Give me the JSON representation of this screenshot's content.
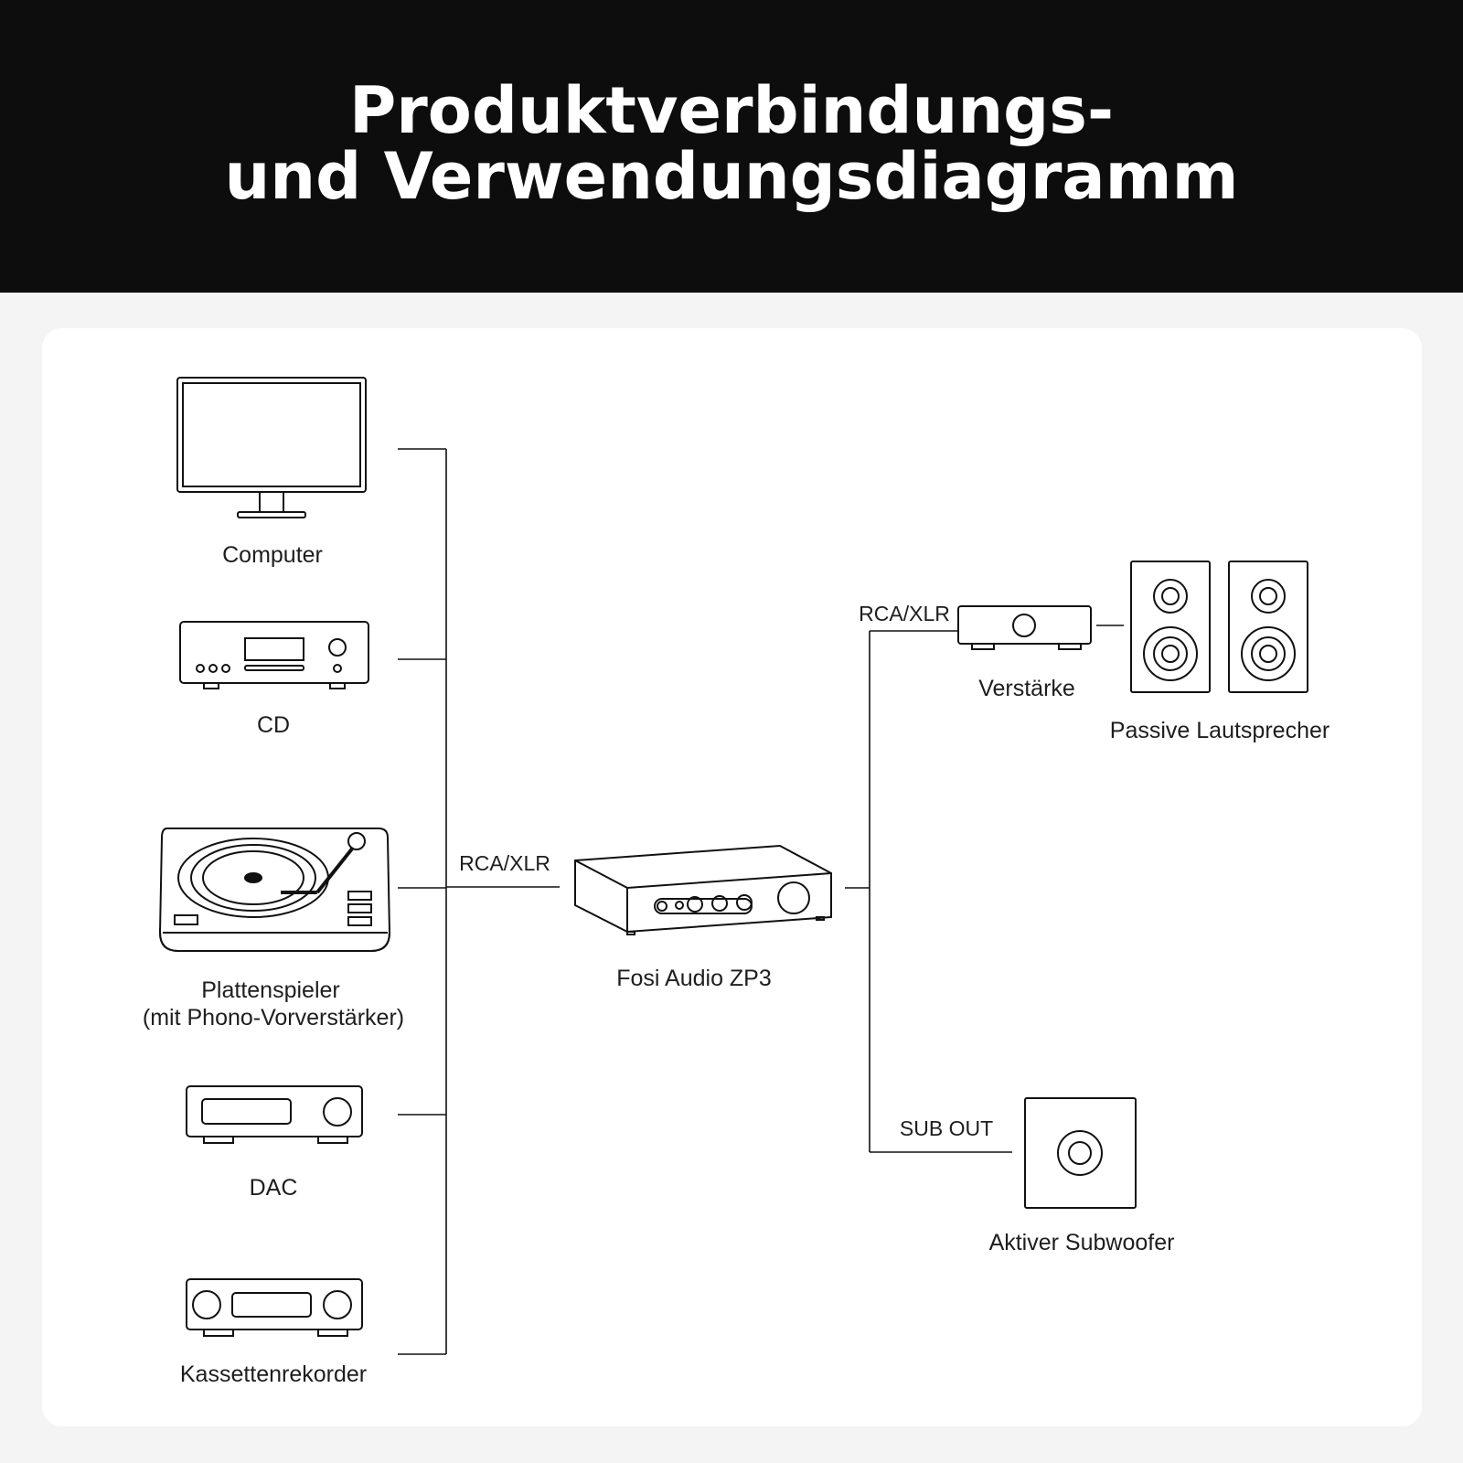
{
  "header": {
    "title_line1": "Produktverbindungs-",
    "title_line2": "und Verwendungsdiagramm"
  },
  "sources": [
    {
      "label": "Computer",
      "icon": "monitor-icon"
    },
    {
      "label": "CD",
      "icon": "cd-player-icon"
    },
    {
      "label": "Plattenspieler",
      "sublabel": "(mit Phono-Vorverstärker)",
      "icon": "turntable-icon"
    },
    {
      "label": "DAC",
      "icon": "dac-icon"
    },
    {
      "label": "Kassettenrekorder",
      "icon": "cassette-deck-icon"
    }
  ],
  "center": {
    "label": "Fosi Audio ZP3",
    "input_connection": "RCA/XLR"
  },
  "outputs": {
    "amp_connection": "RCA/XLR",
    "amp_label": "Verstärke",
    "speakers_label": "Passive Lautsprecher",
    "sub_connection": "SUB OUT",
    "sub_label": "Aktiver Subwoofer"
  }
}
